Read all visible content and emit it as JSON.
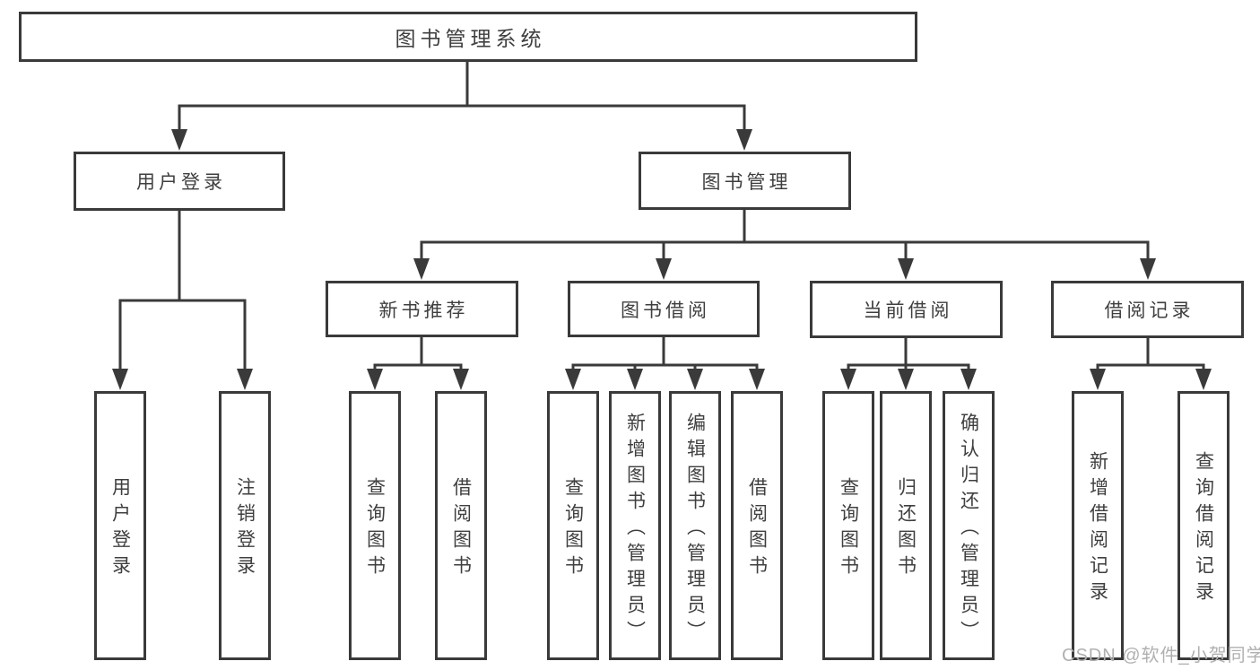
{
  "colors": {
    "line": "#3a3a3a",
    "text": "#3f3f3f",
    "bg": "#ffffff",
    "watermark": "#b0b0b0"
  },
  "nodes": {
    "root": "图书管理系统",
    "user_login": "用户登录",
    "book_management": "图书管理",
    "new_book_recommend": "新书推荐",
    "book_borrow": "图书借阅",
    "current_borrow": "当前借阅",
    "borrow_records": "借阅记录",
    "ul_user_login": "用户登录",
    "ul_logout": "注销登录",
    "nr_query_book": "查询图书",
    "nr_borrow_book": "借阅图书",
    "bb_query_book": "查询图书",
    "bb_add_book": "新增图书（管理员）",
    "bb_edit_book": "编辑图书（管理员）",
    "bb_borrow_book": "借阅图书",
    "cb_query_book": "查询图书",
    "cb_return_book": "归还图书",
    "cb_confirm_return": "确认归还（管理员）",
    "br_add_record": "新增借阅记录",
    "br_query_record": "查询借阅记录"
  },
  "watermark": "CSDN @软件_小贺同学"
}
